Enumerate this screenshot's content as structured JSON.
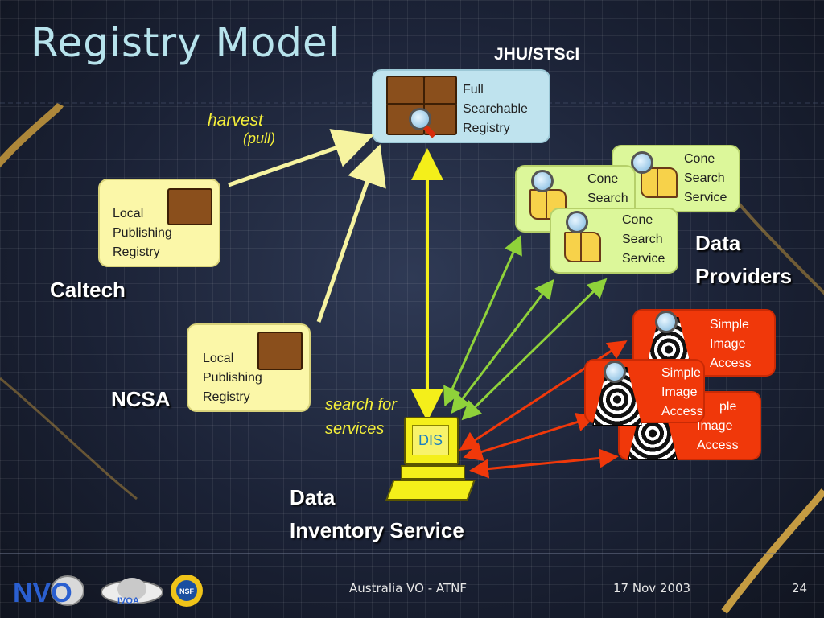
{
  "slide": {
    "title": "Registry Model"
  },
  "nodes": {
    "jhu_label": "JHU/STScI",
    "full_registry": [
      "Full",
      "Searchable",
      "Registry"
    ],
    "caltech_registry": [
      "Local",
      "Publishing",
      "Registry"
    ],
    "caltech_label": "Caltech",
    "ncsa_registry": [
      "Local",
      "Publishing",
      "Registry"
    ],
    "ncsa_label": "NCSA",
    "harvest": "harvest",
    "pull": "(pull)",
    "search_for": "search for",
    "services": "services",
    "dis_screen": "DIS",
    "dis_label": [
      "Data",
      "Inventory Service"
    ],
    "cone_search": [
      "Cone",
      "Search",
      "Service"
    ],
    "cone_search_short": [
      "Cone",
      "Search"
    ],
    "data_providers": [
      "Data",
      "Providers"
    ],
    "sia_back": [
      "Simple",
      "Image",
      "Access"
    ],
    "sia_mid_partial": [
      "ple",
      "Image",
      "Access"
    ],
    "sia_front": [
      "Simple",
      "Image",
      "Access"
    ]
  },
  "footer": {
    "venue": "Australia VO - ATNF",
    "date": "17 Nov 2003",
    "page": "24",
    "logos": [
      "NVO",
      "IVOA",
      "NSF"
    ]
  },
  "colors": {
    "title": "#b7e3ec",
    "harvest_arrow": "#f6f3a0",
    "search_arrow": "#f4ef1a",
    "cone_arrows": "#8fd23a",
    "sia_arrows": "#f0380a"
  }
}
